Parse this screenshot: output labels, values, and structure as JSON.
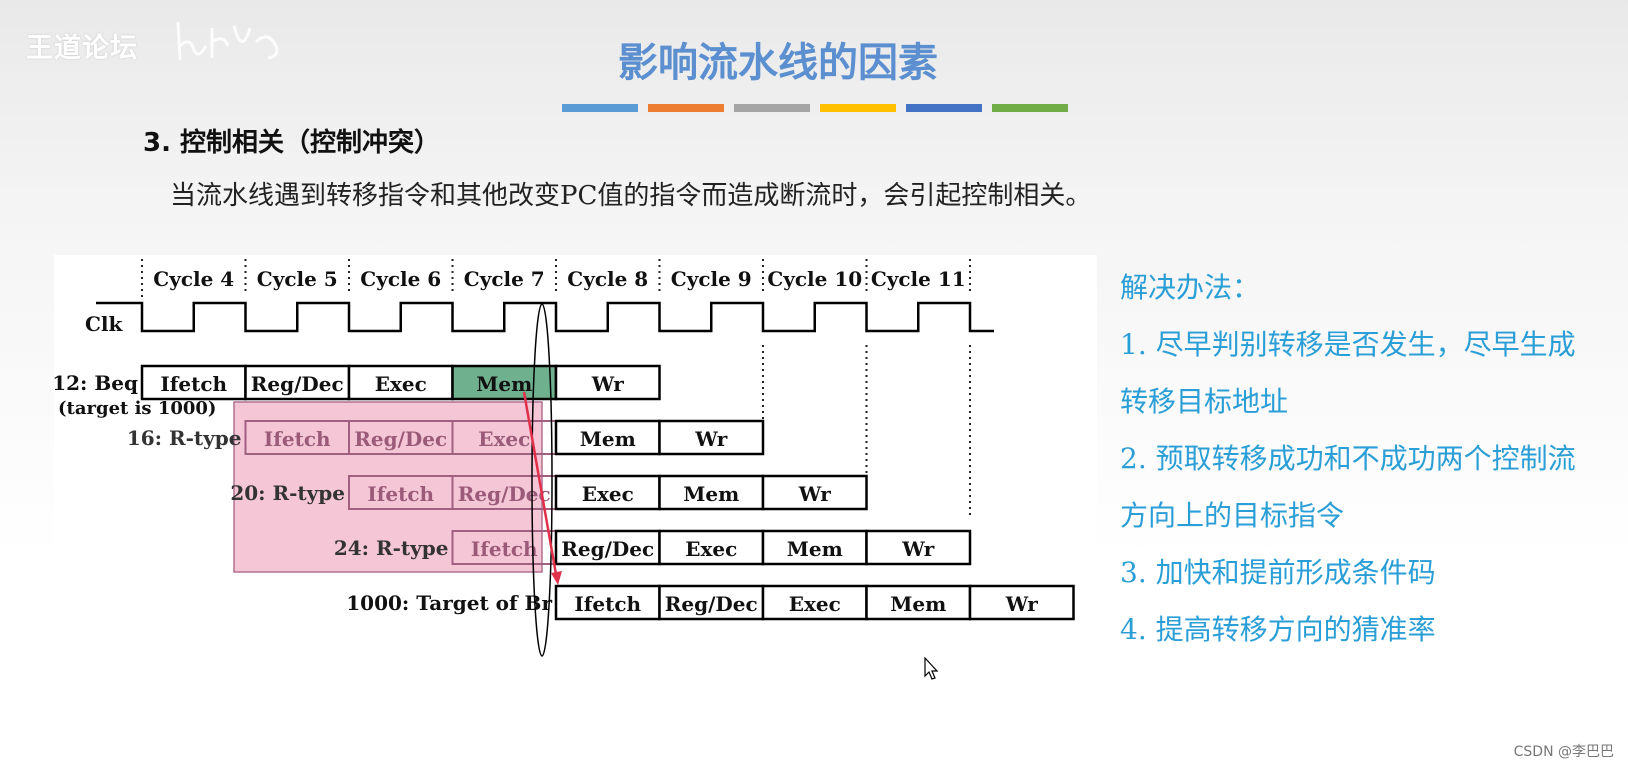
{
  "logo": {
    "text": "王道论坛"
  },
  "title": "影响流水线的因素",
  "accent_bars": [
    "#5b9bd5",
    "#ed7d31",
    "#a5a5a5",
    "#ffc000",
    "#4472c4",
    "#70ad47"
  ],
  "section_heading": "3. 控制相关（控制冲突）",
  "intro": "当流水线遇到转移指令和其他改变PC值的指令而造成断流时，会引起控制相关。",
  "diagram": {
    "clock_label": "Clk",
    "cycles": [
      "Cycle 4",
      "Cycle 5",
      "Cycle 6",
      "Cycle 7",
      "Cycle 8",
      "Cycle 9",
      "Cycle 10",
      "Cycle 11"
    ],
    "rows": [
      {
        "label": "12: Beq",
        "sublabel": "(target is 1000)",
        "start": 0,
        "stages": [
          "Ifetch",
          "Reg/Dec",
          "Exec",
          "Mem",
          "Wr"
        ],
        "highlight": 3
      },
      {
        "label": "16: R-type",
        "start": 1,
        "stages": [
          "Ifetch",
          "Reg/Dec",
          "Exec",
          "Mem",
          "Wr"
        ],
        "faded": 3
      },
      {
        "label": "20: R-type",
        "start": 2,
        "stages": [
          "Ifetch",
          "Reg/Dec",
          "Exec",
          "Mem",
          "Wr"
        ],
        "faded": 2
      },
      {
        "label": "24: R-type",
        "start": 3,
        "stages": [
          "Ifetch",
          "Reg/Dec",
          "Exec",
          "Mem",
          "Wr"
        ],
        "faded": 1
      },
      {
        "label": "1000: Target of Br",
        "start": 4,
        "stages": [
          "Ifetch",
          "Reg/Dec",
          "Exec",
          "Mem",
          "Wr"
        ]
      }
    ],
    "colors": {
      "highlight": "#6fb08f",
      "flush_region": "#f4c6d6",
      "flush_border": "#b07090",
      "arrow": "#e0304a"
    }
  },
  "solutions": {
    "title": "解决办法：",
    "lines": [
      "1. 尽早判别转移是否发生，尽早生成",
      "转移目标地址",
      "2. 预取转移成功和不成功两个控制流",
      "方向上的目标指令",
      "3. 加快和提前形成条件码",
      "4. 提高转移方向的猜准率"
    ]
  },
  "watermark": "CSDN @李巴巴"
}
